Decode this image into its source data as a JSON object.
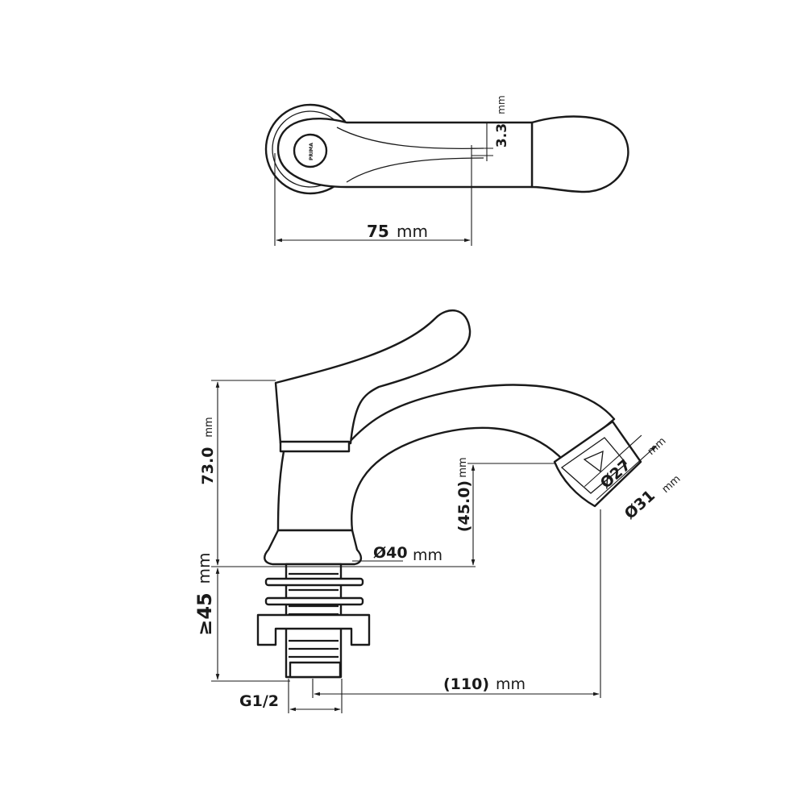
{
  "top_view": {
    "logo_text": "PRIMA",
    "width_value": "75",
    "width_unit": "mm",
    "offset_value": "3.3",
    "offset_unit": "mm"
  },
  "side_view": {
    "height_value": "73.0",
    "height_unit": "mm",
    "spout_height_value": "(45.0)",
    "spout_height_unit": "mm",
    "base_diameter_value": "Ø40",
    "base_diameter_unit": "mm",
    "shank_length_value": "≥45",
    "shank_length_unit": "mm",
    "thread_value": "G1/2",
    "reach_value": "(110)",
    "reach_unit": "mm",
    "aerator_inner_value": "Ø27",
    "aerator_inner_unit": "mm",
    "aerator_outer_value": "Ø31",
    "aerator_outer_unit": "mm"
  }
}
